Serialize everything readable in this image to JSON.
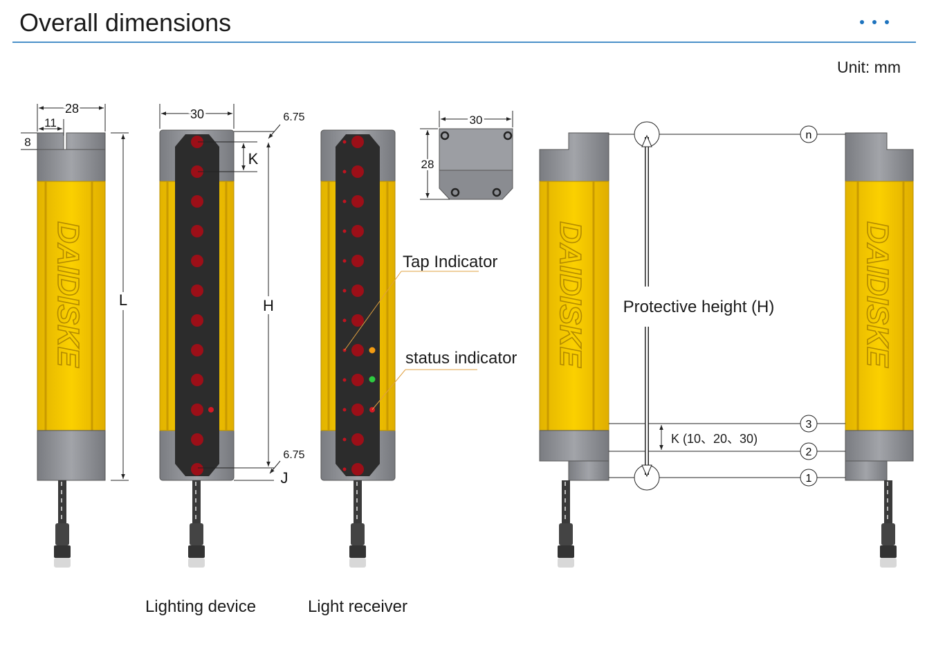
{
  "header": {
    "title": "Overall dimensions",
    "unit": "Unit: mm"
  },
  "colors": {
    "yellow": "#f5c400",
    "yellow_dark": "#d9a800",
    "gray": "#8d8f94",
    "gray_dark": "#6e7075",
    "window": "#2c2c2c",
    "led": "#b0101a",
    "accent": "#1e73be",
    "amber": "#f39c12",
    "green": "#2ecc40"
  },
  "side_view": {
    "width_label": "28",
    "offset_label": "11",
    "step_label": "8",
    "length_label": "L",
    "brand": "DAIDISKE"
  },
  "front_view": {
    "width_label": "30",
    "top_margin_label": "6.75",
    "bottom_margin_label": "6.75",
    "pitch_label": "K",
    "height_label": "H",
    "j_label": "J",
    "caption": "Lighting device"
  },
  "receiver_view": {
    "caption": "Light receiver",
    "tap_indicator": "Tap Indicator",
    "status_indicator": "status indicator"
  },
  "end_view": {
    "width_label": "30",
    "depth_label": "28"
  },
  "pair_view": {
    "protective_height": "Protective height (H)",
    "pitch_note": "K (10、20、30)",
    "beam_labels": [
      "n",
      "3",
      "2",
      "1"
    ],
    "brand_left": "DAIDISKE",
    "brand_right": "DAIDISKE"
  }
}
